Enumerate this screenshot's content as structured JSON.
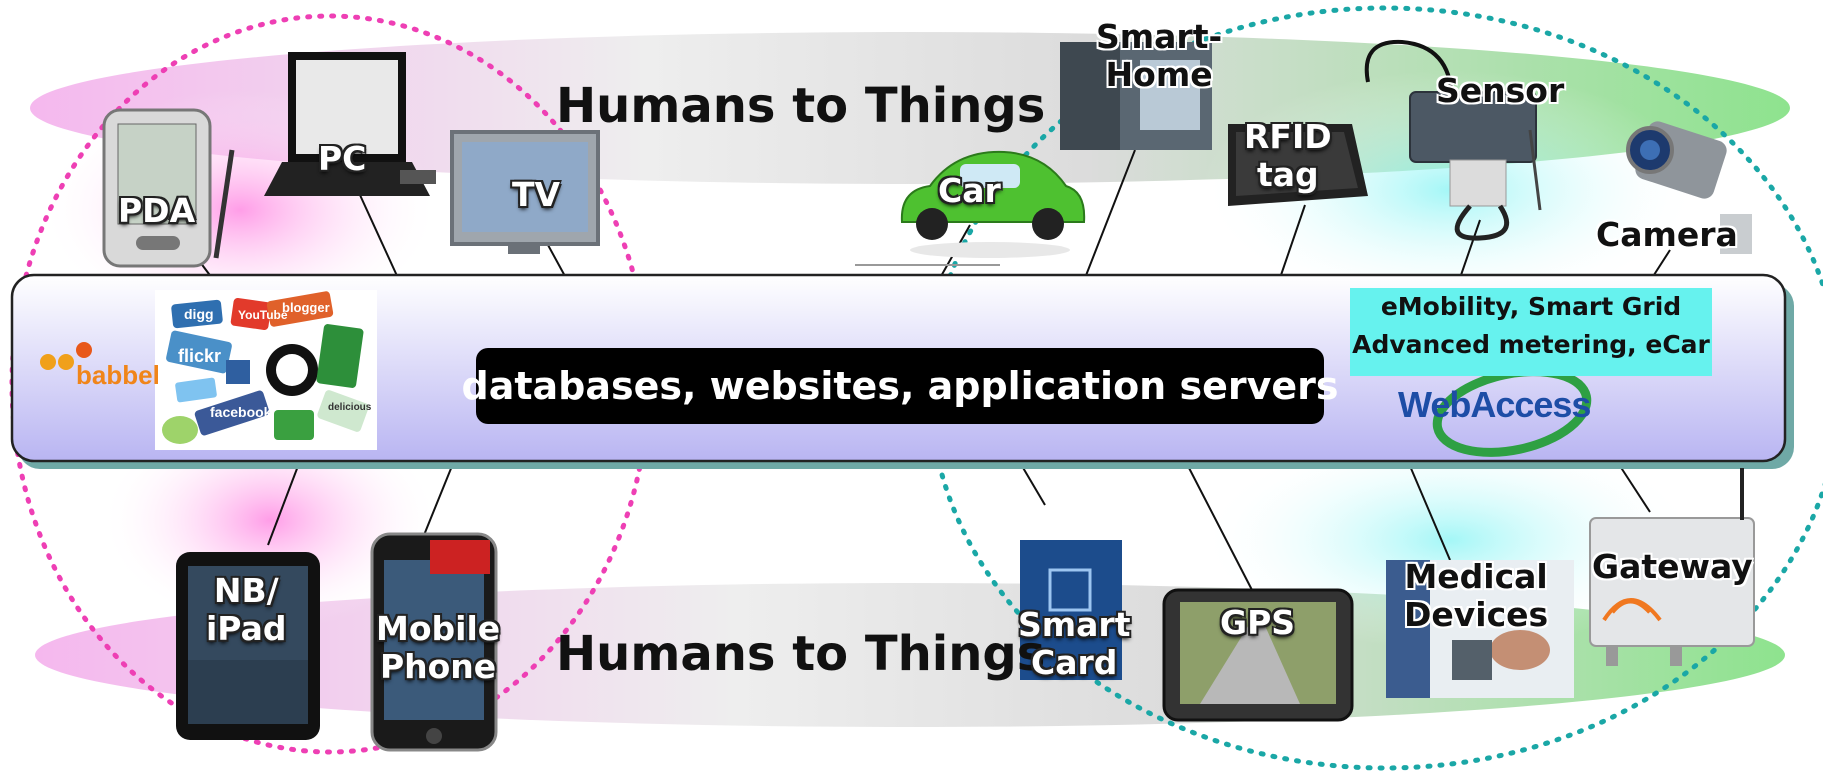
{
  "diagram": {
    "top_title": "Humans to Things",
    "bottom_title": "Humans to Things",
    "center_label": "databases, websites, application servers",
    "emobility_box": {
      "line1": "eMobility, Smart Grid",
      "line2": "Advanced metering, eCar"
    },
    "logos": {
      "webaccess": "WebAccess",
      "babbel": "babbel",
      "social_tags": [
        "digg",
        "YouTube",
        "blogger",
        "flickr",
        "facebook",
        "delicious"
      ]
    },
    "devices": {
      "pda": "PDA",
      "pc": "PC",
      "tv": "TV",
      "car": "Car",
      "smart_home": [
        "Smart-",
        "Home"
      ],
      "rfid_tag": [
        "RFID",
        "tag"
      ],
      "sensor": "Sensor",
      "camera": "Camera",
      "nb_ipad": [
        "NB/",
        "iPad"
      ],
      "mobile_phone": [
        "Mobile",
        "Phone"
      ],
      "smart_card": [
        "Smart",
        "Card"
      ],
      "gps": "GPS",
      "medical_devices": [
        "Medical",
        "Devices"
      ],
      "gateway": "Gateway"
    },
    "colors": {
      "left_circle": "#ee3fb4",
      "right_circle": "#1aa7a6",
      "server_bar_top": "#ffffff",
      "server_bar_bottom": "#b9b5f2",
      "server_bar_shadow": "#6fa9a6",
      "emobility_fill": "#66f2ee",
      "center_box": "#000000"
    }
  }
}
